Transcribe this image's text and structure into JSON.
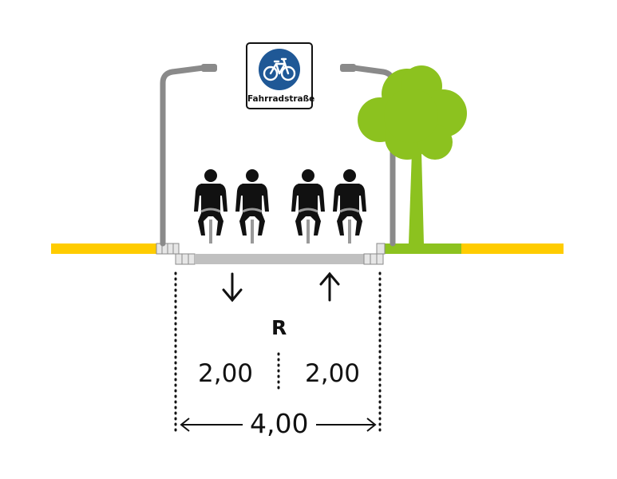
{
  "sign": {
    "text": "Fahrradstraße",
    "icon": "bicycle-icon",
    "color": "#1f5896"
  },
  "lanes": {
    "code": "R",
    "left_width": "2,00",
    "right_width": "2,00",
    "total_width": "4,00"
  },
  "colors": {
    "verge": "#ffcc00",
    "grass": "#8cc21f",
    "tree": "#8cc21f",
    "road": "#c0c0c0",
    "pole": "#8a8a8a",
    "ink": "#111111"
  },
  "directions": [
    "down-arrow",
    "up-arrow"
  ],
  "cyclists": 4
}
